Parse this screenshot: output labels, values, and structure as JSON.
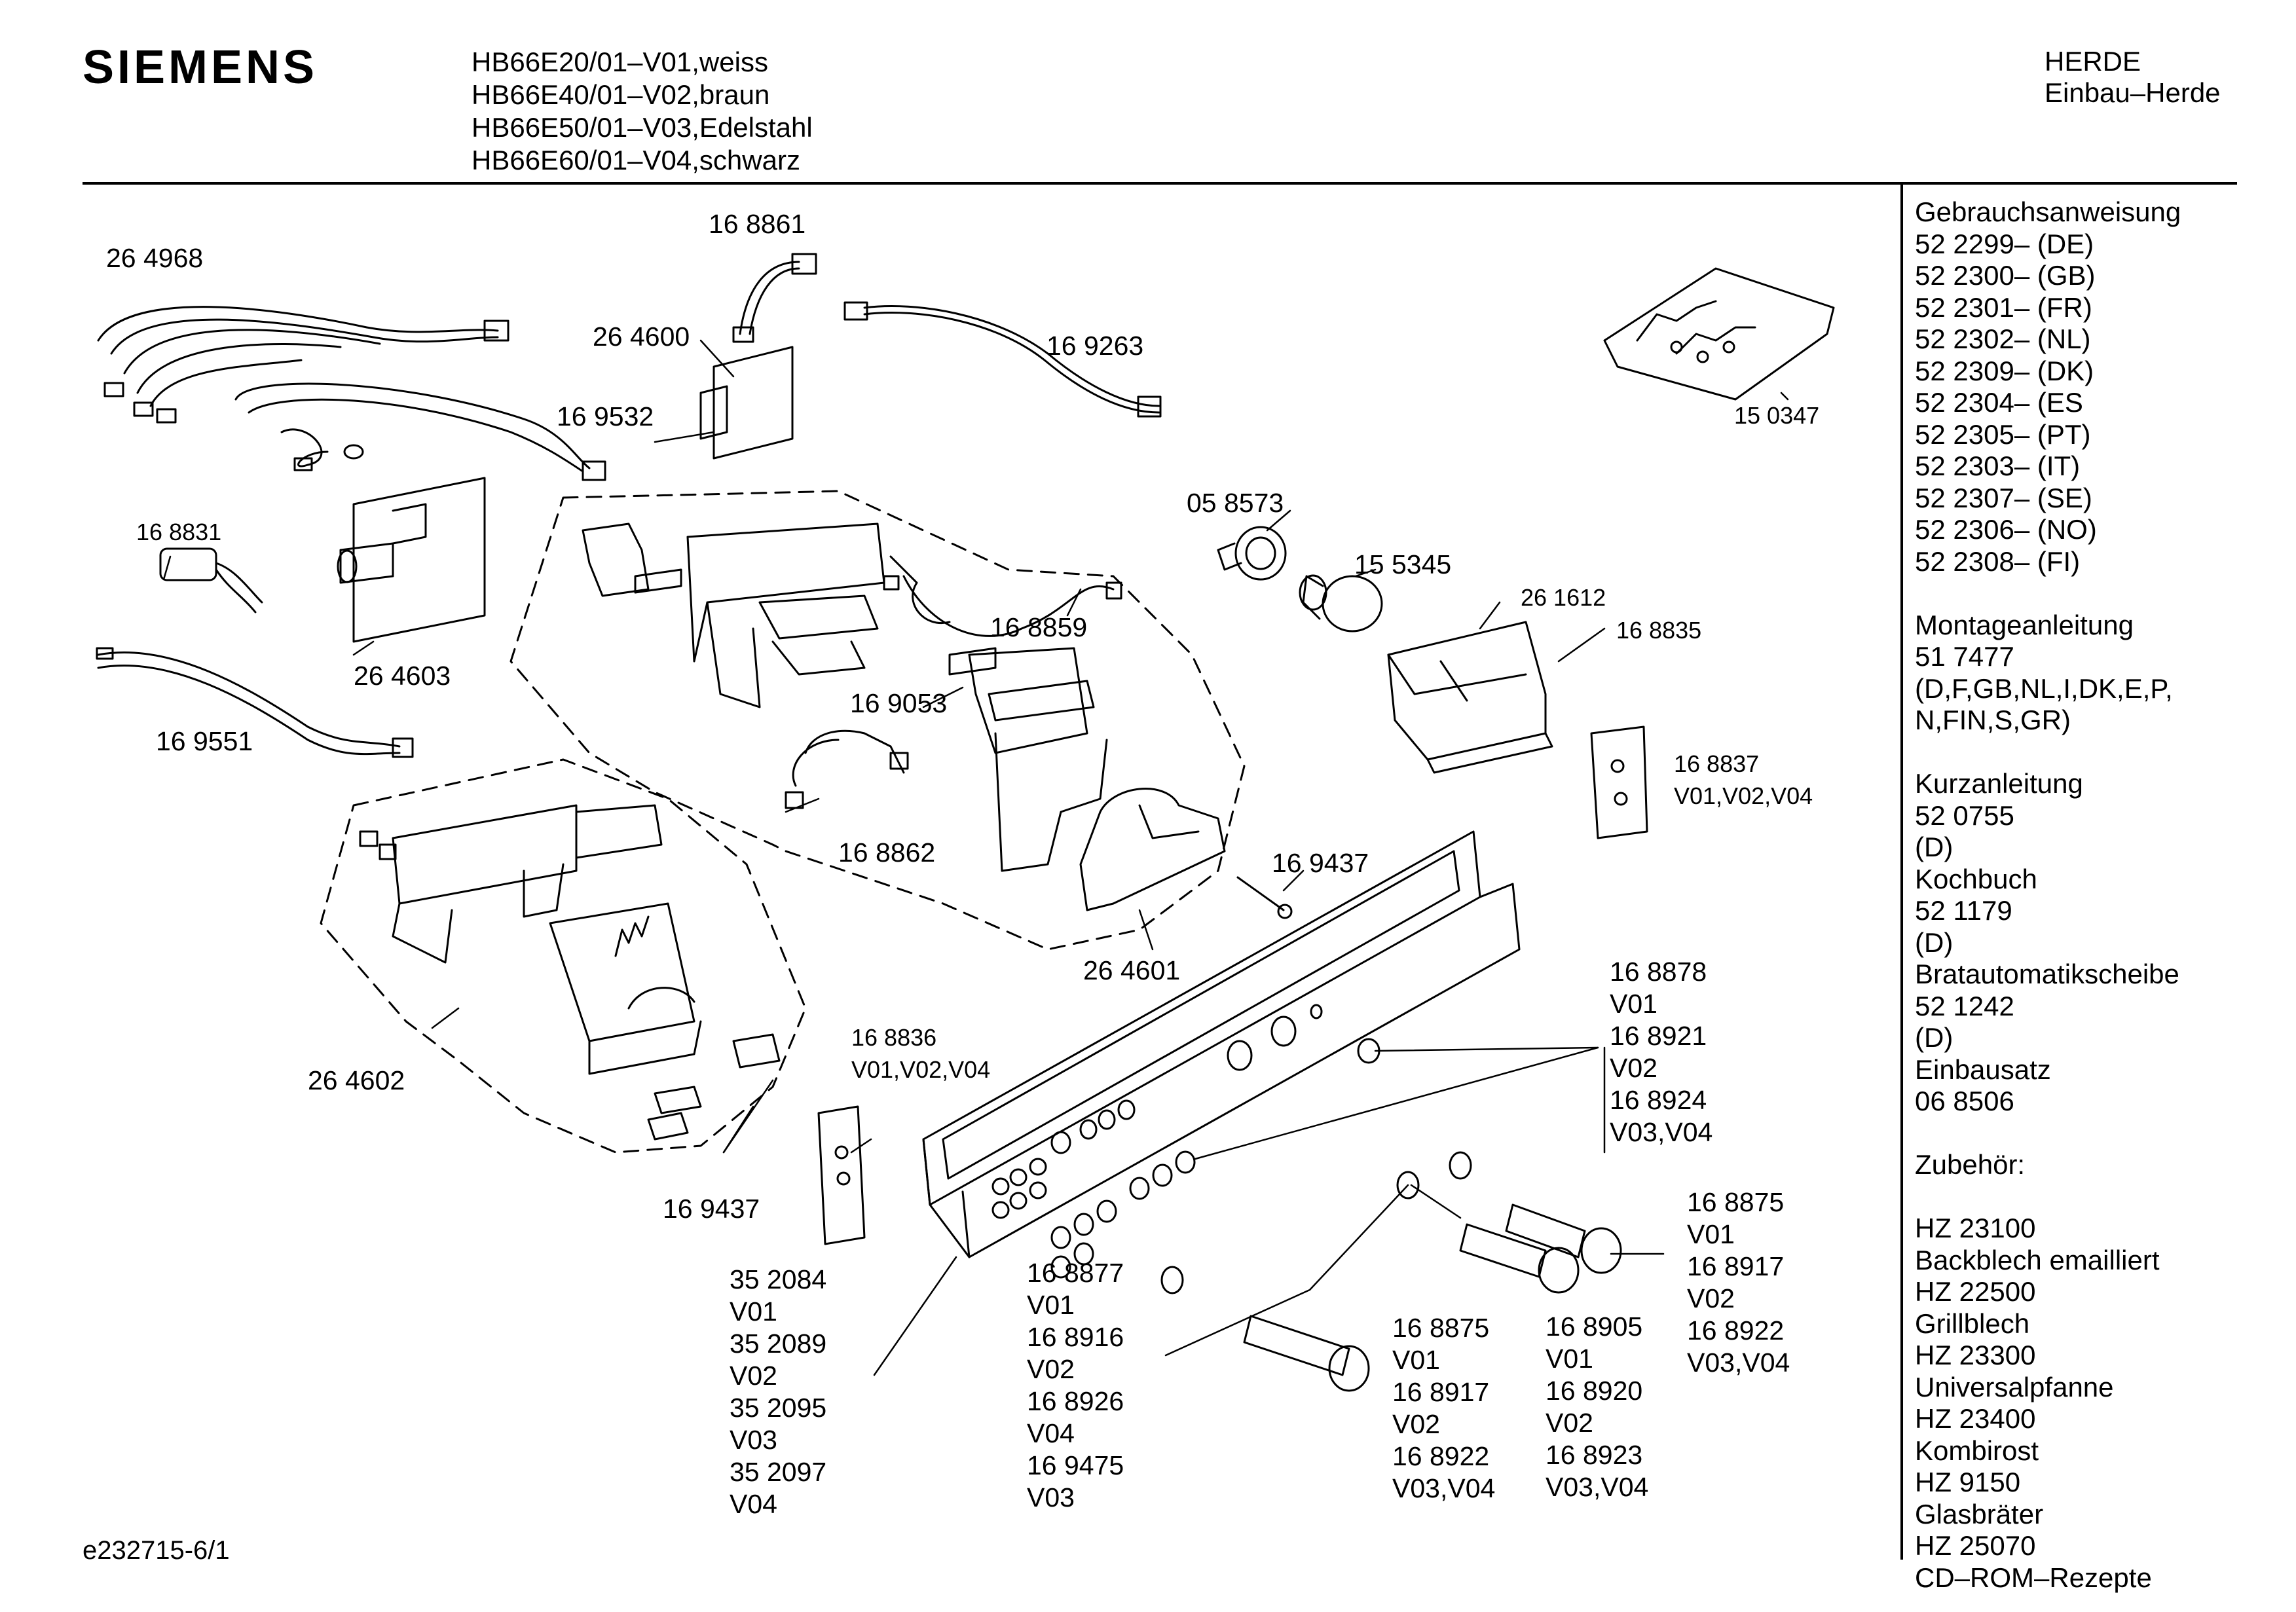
{
  "header": {
    "brand": "SIEMENS",
    "models": [
      "HB66E20/01–V01,weiss",
      "HB66E40/01–V02,braun",
      "HB66E50/01–V03,Edelstahl",
      "HB66E60/01–V04,schwarz"
    ],
    "category": [
      "HERDE",
      "Einbau–Herde"
    ]
  },
  "sidebar": {
    "gebrauch_title": "Gebrauchsanweisung",
    "gebrauch_items": [
      "52 2299– (DE)",
      "52 2300– (GB)",
      "52 2301– (FR)",
      "52 2302– (NL)",
      "52 2309– (DK)",
      "52 2304– (ES",
      "52 2305– (PT)",
      "52 2303– (IT)",
      "52 2307– (SE)",
      "52 2306– (NO)",
      "52 2308– (FI)"
    ],
    "montage_title": "Montageanleitung",
    "montage_lines": [
      "51 7477",
      "(D,F,GB,NL,I,DK,E,P,",
      "N,FIN,S,GR)"
    ],
    "kurz_lines": [
      "Kurzanleitung",
      "52 0755",
      "(D)",
      "Kochbuch",
      "52 1179",
      "(D)",
      "Bratautomatikscheibe",
      "52 1242",
      "(D)",
      "Einbausatz",
      "06 8506"
    ],
    "zubehoer_title": "Zubehör:",
    "zubehoer_lines": [
      "HZ 23100",
      "Backblech emailliert",
      "HZ 22500",
      "Grillblech",
      "HZ 23300",
      "Universalpfanne",
      "HZ 23400",
      "Kombirost",
      "HZ 9150",
      "Glasbräter",
      "HZ 25070",
      "CD–ROM–Rezepte"
    ]
  },
  "labels": {
    "p264968": "26 4968",
    "p168861": "16 8861",
    "p264600": "26 4600",
    "p169263": "16 9263",
    "p169532": "16 9532",
    "p168831": "16 8831",
    "p264603": "26 4603",
    "p169551": "16 9551",
    "p150347": "15 0347",
    "p058573": "05 8573",
    "p155345": "15 5345",
    "p261612": "26 1612",
    "p168835": "16 8835",
    "p168859": "16 8859",
    "p169053": "16 9053",
    "p168862": "16 8862",
    "p168837": [
      "16 8837",
      "V01,V02,V04"
    ],
    "p169437a": "16 9437",
    "p264601": "26 4601",
    "p264602": "26 4602",
    "p168836": [
      "16 8836",
      "V01,V02,V04"
    ],
    "p169437b": "16 9437",
    "group_knob_lamps": [
      "16 8878",
      "V01",
      "16 8921",
      "V02",
      "16 8924",
      "V03,V04"
    ],
    "group_knob_right": [
      "16 8875",
      "V01",
      "16 8917",
      "V02",
      "16 8922",
      "V03,V04"
    ],
    "group_panel": [
      "35 2084",
      "V01",
      "35 2089",
      "V02",
      "35 2095",
      "V03",
      "35 2097",
      "V04"
    ],
    "group_buttons": [
      "16 8877",
      "V01",
      "16 8916",
      "V02",
      "16 8926",
      "V04",
      "16 9475",
      "V03"
    ],
    "group_knob_mid": [
      "16 8875",
      "V01",
      "16 8917",
      "V02",
      "16 8922",
      "V03,V04"
    ],
    "group_knob_mid2": [
      "16 8905",
      "V01",
      "16 8920",
      "V02",
      "16 8923",
      "V03,V04"
    ]
  },
  "footer": {
    "code": "e232715-6/1"
  }
}
